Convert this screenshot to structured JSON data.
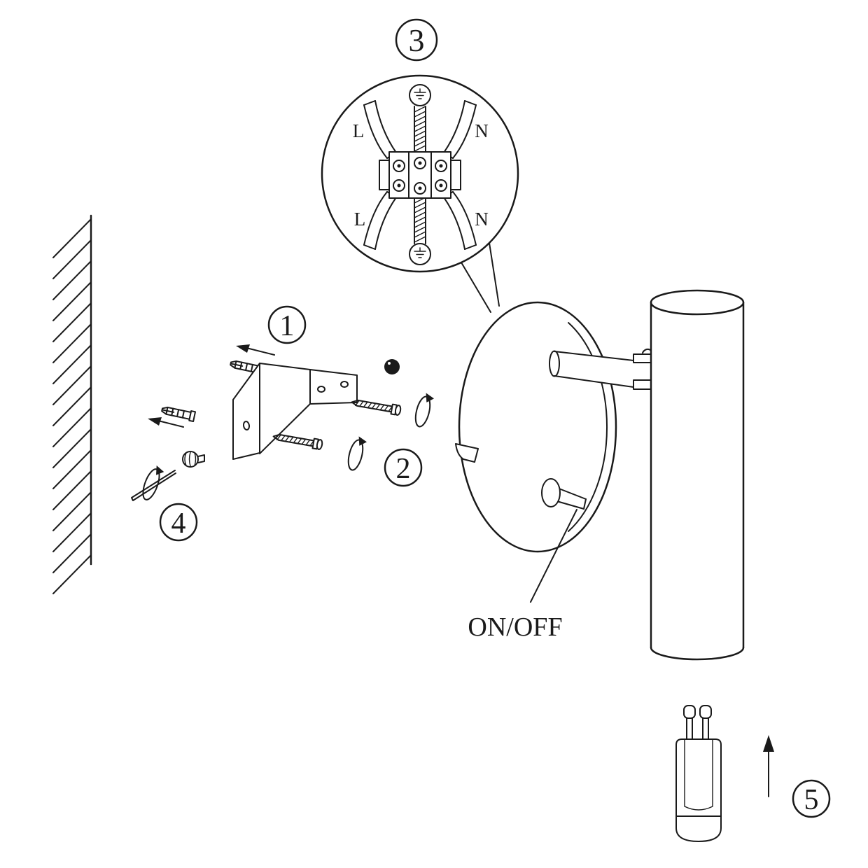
{
  "steps": {
    "one": "1",
    "two": "2",
    "three": "3",
    "four": "4",
    "five": "5"
  },
  "wiring": {
    "top_left": "L",
    "top_right": "N",
    "bottom_left": "L",
    "bottom_right": "N"
  },
  "switch": {
    "label": "ON/OFF"
  },
  "colors": {
    "line": "#1a1a1a",
    "background": "#ffffff"
  }
}
